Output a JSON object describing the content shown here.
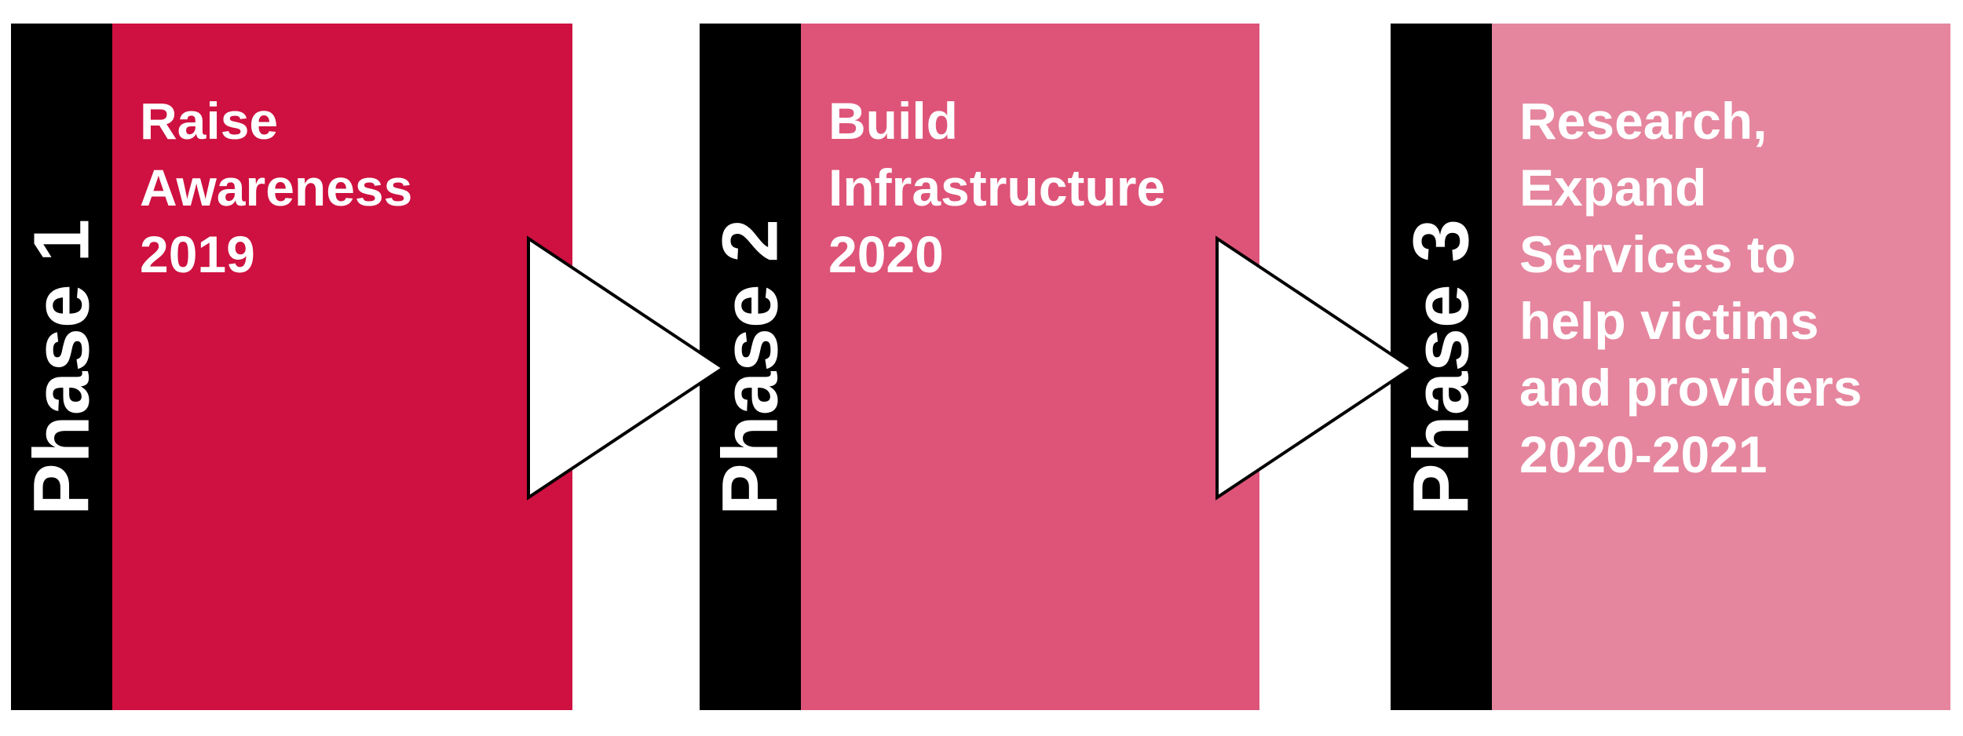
{
  "phases": [
    {
      "label": "Phase 1",
      "lines": [
        "Raise",
        "Awareness",
        "2019"
      ],
      "color": "#CE1140"
    },
    {
      "label": "Phase 2",
      "lines": [
        "Build",
        "Infrastructure",
        "2020"
      ],
      "color": "#DE5479"
    },
    {
      "label": "Phase 3",
      "lines": [
        "Research,",
        "Expand",
        "Services to",
        "help victims",
        "and providers",
        "2020-2021"
      ],
      "color": "#E5869E"
    }
  ]
}
